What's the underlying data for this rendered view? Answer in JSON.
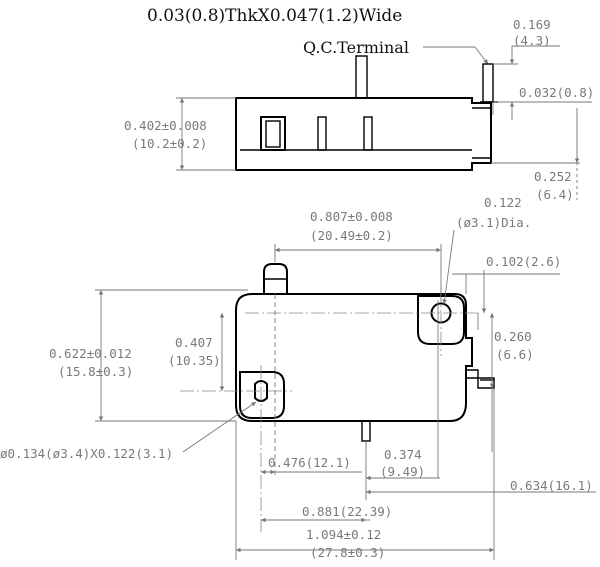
{
  "header": {
    "terminal_size": "0.03(0.8)ThkX0.047(1.2)Wide",
    "terminal_name": "Q.C.Terminal"
  },
  "top_view": {
    "terminal_height": [
      "0.169",
      "(4.3)"
    ],
    "terminal_thickness": "0.032(0.8)",
    "body_height": [
      "0.402±0.008",
      "(10.2±0.2)"
    ],
    "terminal_offset": [
      "0.252",
      "(6.4)"
    ]
  },
  "front_view": {
    "hole_spacing": [
      "0.807±0.008",
      "(20.49±0.2)"
    ],
    "hole_diameter": [
      "0.122",
      "(ø3.1)Dia."
    ],
    "hole_edge_offset": "0.102(2.6)",
    "overall_height": [
      "0.622±0.012",
      "(15.8±0.3)"
    ],
    "hole_vertical_spacing": [
      "0.407",
      "(10.35)"
    ],
    "terminal_extension": [
      "0.260",
      "(6.6)"
    ],
    "slot_hole": "ø0.134(ø3.4)X0.122(3.1)",
    "slot_to_plunger": "0.476(12.1)",
    "plunger_to_terminal": [
      "0.374",
      "(9.49)"
    ],
    "terminal_position": "0.634(16.1)",
    "slot_to_terminal": "0.881(22.39)",
    "overall_length": [
      "1.094±0.12",
      "(27.8±0.3)"
    ]
  }
}
